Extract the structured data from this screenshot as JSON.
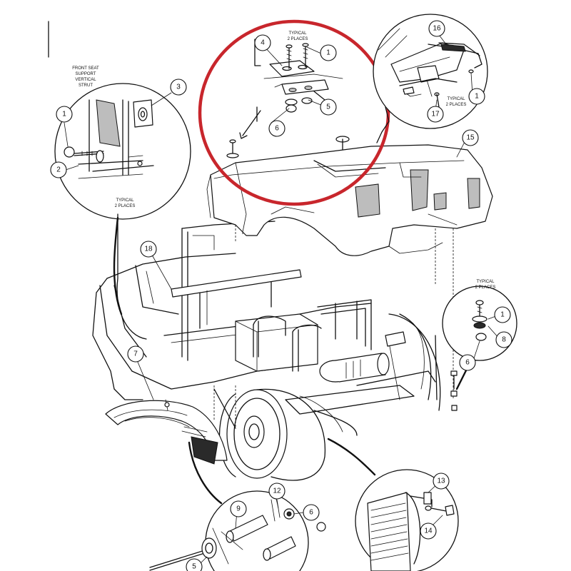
{
  "colors": {
    "line": "#111111",
    "highlight_circle": "#c8262c",
    "background": "#ffffff"
  },
  "labels": {
    "front_seat_support": [
      "FRONT SEAT",
      "SUPPORT",
      "VERTICAL",
      "STRUT"
    ],
    "typical_2_places": [
      "TYPICAL",
      "2 PLACES"
    ]
  },
  "callouts": {
    "c1a": "1",
    "c2": "2",
    "c3": "3",
    "c4": "4",
    "c1b": "1",
    "c5": "5",
    "c6a": "6",
    "c16": "16",
    "c17": "17",
    "c1c": "1",
    "c15": "15",
    "c18": "18",
    "c1d": "1",
    "c8": "8",
    "c6b": "6",
    "c7": "7",
    "c9": "9",
    "c6c": "6",
    "c12": "12",
    "c5b": "5",
    "c13": "13",
    "c14": "14"
  }
}
